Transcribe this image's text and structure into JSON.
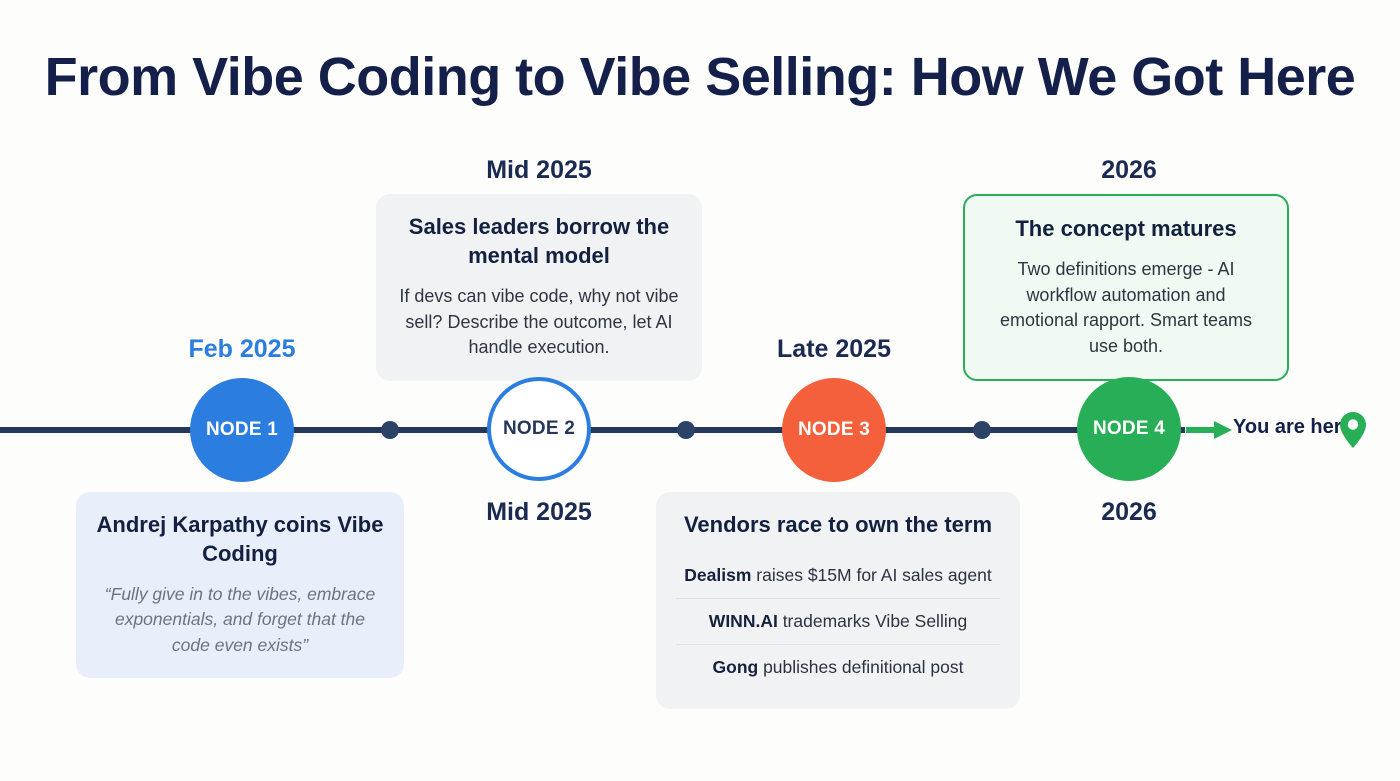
{
  "page": {
    "title": "From Vibe Coding to Vibe Selling: How We Got Here",
    "background_color": "#fdfdfc",
    "axis_color": "#253859"
  },
  "timeline": {
    "nodes": [
      {
        "id": "node-1",
        "badge": "NODE 1",
        "date_label": "Feb 2025",
        "date_position": "above",
        "date_color": "#2b7de0",
        "circle_color": "#2b7de0",
        "circle_style": "filled",
        "card_position": "below",
        "card_style": "blue",
        "card_title": "Andrej Karpathy coins Vibe Coding",
        "card_quote": "“Fully give in to the vibes, embrace exponentials, and forget that the code even exists”"
      },
      {
        "id": "node-2",
        "badge": "NODE 2",
        "date_label": "Mid 2025",
        "date_position": "above-and-below",
        "date_color": "#1b2a52",
        "circle_color": "#2b7de0",
        "circle_style": "outline",
        "card_position": "above",
        "card_style": "gray",
        "card_title": "Sales leaders borrow the mental model",
        "card_body": "If devs can vibe code, why not vibe sell? Describe the outcome, let AI handle execution."
      },
      {
        "id": "node-3",
        "badge": "NODE 3",
        "date_label": "Late 2025",
        "date_position": "above",
        "date_color": "#1b2a52",
        "circle_color": "#f4603c",
        "circle_style": "filled",
        "card_position": "below",
        "card_style": "gray",
        "card_title": "Vendors race to own the term",
        "vendors": [
          {
            "name": "Dealism",
            "text": " raises $15M for AI sales agent"
          },
          {
            "name": "WINN.AI",
            "text": " trademarks Vibe Selling"
          },
          {
            "name": "Gong",
            "text": " publishes definitional post"
          }
        ]
      },
      {
        "id": "node-4",
        "badge": "NODE 4",
        "date_label": "2026",
        "date_position": "above-and-below",
        "date_color": "#1b2a52",
        "circle_color": "#27ae56",
        "circle_style": "filled",
        "card_position": "above",
        "card_style": "green",
        "card_title": "The concept matures",
        "card_body": "Two definitions emerge - AI workflow automation and emotional rapport. Smart teams use both."
      }
    ],
    "end_marker": {
      "label": "You are here",
      "arrow_color": "#27ae56",
      "pin_icon": "map-pin-icon",
      "pin_color": "#27ae56"
    }
  }
}
